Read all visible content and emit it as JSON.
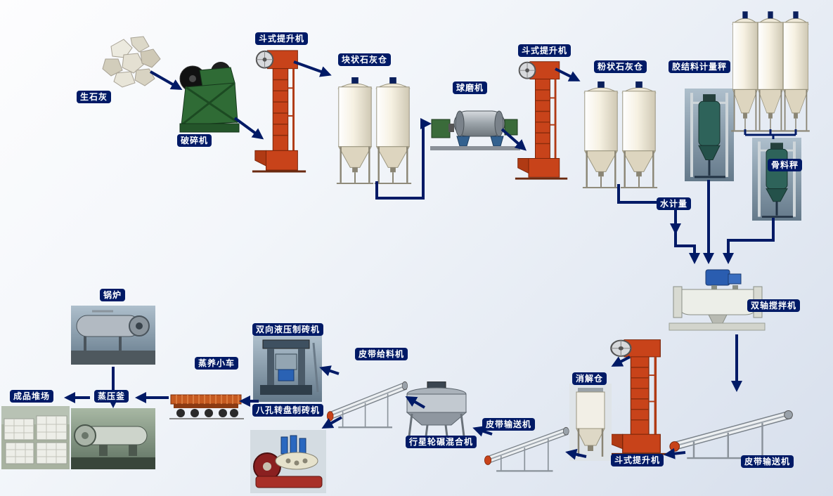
{
  "colors": {
    "label_bg": "#001a66",
    "label_text": "#ffffff",
    "arrow": "#001a66",
    "elevator_orange": "#c8431a",
    "silo_cream": "#f6f1e2"
  },
  "nodes": {
    "quicklime": {
      "label": "生石灰"
    },
    "crusher": {
      "label": "破碎机"
    },
    "bucket_elevator_1": {
      "label": "斗式提升机"
    },
    "lump_lime_silo": {
      "label": "块状石灰仓"
    },
    "ball_mill": {
      "label": "球磨机"
    },
    "bucket_elevator_2": {
      "label": "斗式提升机"
    },
    "powder_lime_silo": {
      "label": "粉状石灰仓"
    },
    "binder_scale": {
      "label": "胶结料计量秤"
    },
    "aggregate_scale": {
      "label": "骨料秤"
    },
    "water_meter": {
      "label": "水计量"
    },
    "twin_shaft_mixer": {
      "label": "双轴搅拌机"
    },
    "belt_conveyor_right": {
      "label": "皮带输送机"
    },
    "bucket_elevator_3": {
      "label": "斗式提升机"
    },
    "digestion_silo": {
      "label": "消解仓"
    },
    "belt_conveyor_mid": {
      "label": "皮带输送机"
    },
    "planetary_mixer": {
      "label": "行星轮碾混合机"
    },
    "belt_feeder": {
      "label": "皮带给料机"
    },
    "hydraulic_brick_machine": {
      "label": "双向液压制砖机"
    },
    "rotary_brick_machine": {
      "label": "八孔转盘制砖机"
    },
    "steam_curing_cart": {
      "label": "蒸养小车"
    },
    "autoclave": {
      "label": "蒸压釜"
    },
    "boiler": {
      "label": "锅炉"
    },
    "product_yard": {
      "label": "成品堆场"
    }
  },
  "edges": [
    [
      "quicklime",
      "crusher"
    ],
    [
      "crusher",
      "bucket_elevator_1"
    ],
    [
      "bucket_elevator_1",
      "lump_lime_silo"
    ],
    [
      "lump_lime_silo",
      "ball_mill"
    ],
    [
      "ball_mill",
      "bucket_elevator_2"
    ],
    [
      "bucket_elevator_2",
      "powder_lime_silo"
    ],
    [
      "powder_lime_silo",
      "water_meter"
    ],
    [
      "water_meter",
      "twin_shaft_mixer"
    ],
    [
      "binder_scale",
      "twin_shaft_mixer"
    ],
    [
      "aggregate_silos",
      "aggregate_scale"
    ],
    [
      "aggregate_scale",
      "twin_shaft_mixer"
    ],
    [
      "twin_shaft_mixer",
      "belt_conveyor_right"
    ],
    [
      "belt_conveyor_right",
      "bucket_elevator_3"
    ],
    [
      "bucket_elevator_3",
      "digestion_silo"
    ],
    [
      "digestion_silo",
      "belt_conveyor_mid"
    ],
    [
      "belt_conveyor_mid",
      "planetary_mixer"
    ],
    [
      "planetary_mixer",
      "belt_feeder"
    ],
    [
      "belt_feeder",
      "hydraulic_brick_machine"
    ],
    [
      "belt_feeder",
      "rotary_brick_machine"
    ],
    [
      "hydraulic_brick_machine",
      "steam_curing_cart"
    ],
    [
      "steam_curing_cart",
      "autoclave"
    ],
    [
      "boiler",
      "autoclave"
    ],
    [
      "autoclave",
      "product_yard"
    ]
  ]
}
